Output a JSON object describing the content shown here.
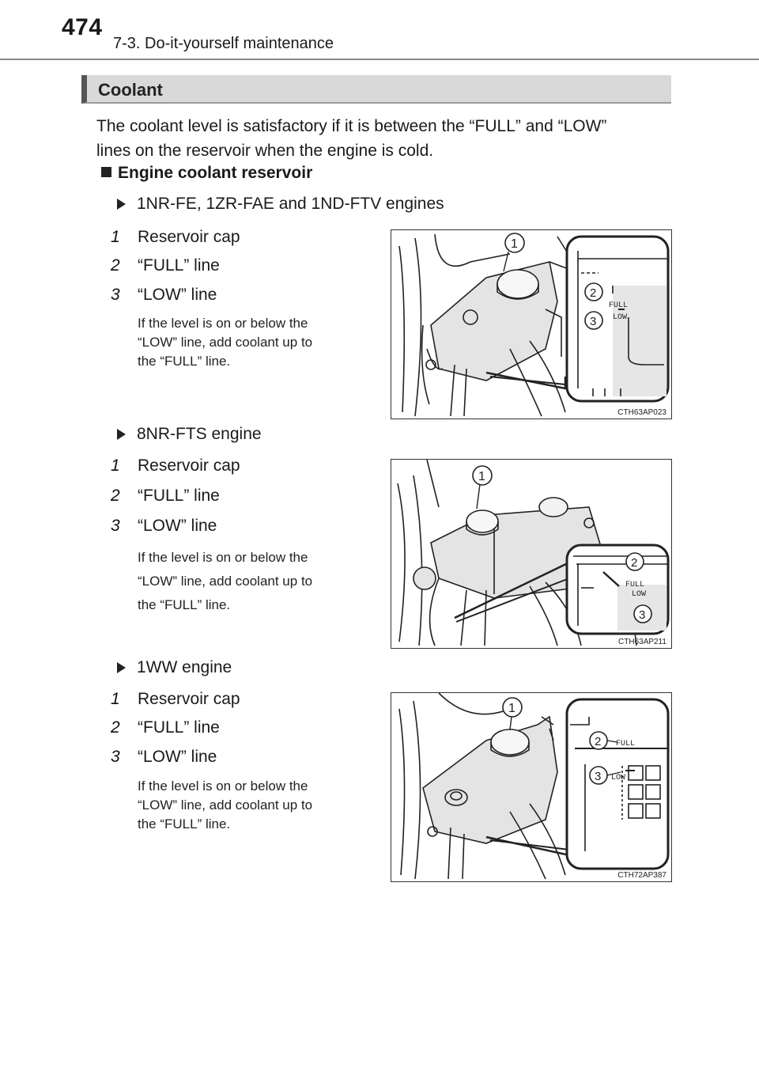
{
  "header": {
    "page_number": "474",
    "chapter": "7-3. Do-it-yourself maintenance"
  },
  "section": {
    "title": "Coolant",
    "intro_line1": "The coolant level is satisfactory if it is between the “FULL” and “LOW”",
    "intro_line2": "lines on the reservoir when the engine is cold.",
    "subheading": "Engine coolant reservoir"
  },
  "engines": [
    {
      "title": "1NR-FE, 1ZR-FAE and 1ND-FTV engines",
      "items": [
        {
          "num": "1",
          "label": "Reservoir cap"
        },
        {
          "num": "2",
          "label": "“FULL” line"
        },
        {
          "num": "3",
          "label": "“LOW” line"
        }
      ],
      "note_lines": [
        "If the level is on or below the",
        "“LOW” line, add coolant up to",
        "the “FULL” line."
      ],
      "figure_code": "CTH63AP023",
      "full_text": "FULL",
      "low_text": "LOW"
    },
    {
      "title": "8NR-FTS engine",
      "items": [
        {
          "num": "1",
          "label": "Reservoir cap"
        },
        {
          "num": "2",
          "label": "“FULL” line"
        },
        {
          "num": "3",
          "label": "“LOW” line"
        }
      ],
      "note_lines": [
        "If the level is on or below the",
        "“LOW” line, add coolant up to",
        "the “FULL” line."
      ],
      "figure_code": "CTH63AP211",
      "full_text": "FULL",
      "low_text": "LOW"
    },
    {
      "title": "1WW engine",
      "items": [
        {
          "num": "1",
          "label": "Reservoir cap"
        },
        {
          "num": "2",
          "label": "“FULL” line"
        },
        {
          "num": "3",
          "label": "“LOW” line"
        }
      ],
      "note_lines": [
        "If the level is on or below the",
        "“LOW” line, add coolant up to",
        "the “FULL” line."
      ],
      "figure_code": "CTH72AP387",
      "full_text": "FULL",
      "low_text": "LOW"
    }
  ]
}
